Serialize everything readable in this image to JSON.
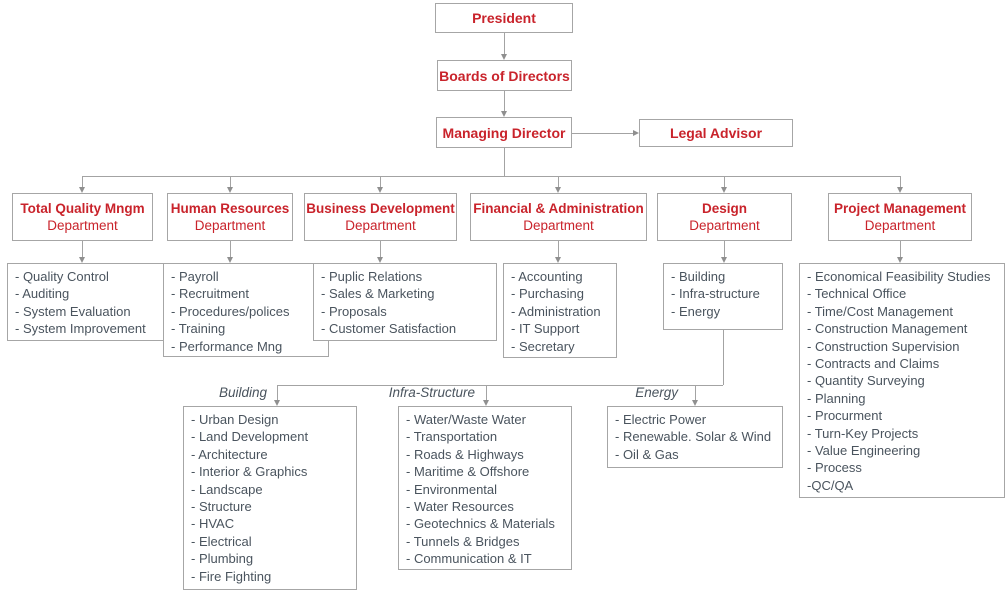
{
  "palette": {
    "accent_red": "#c9232b",
    "box_border": "#a6a6a6",
    "connector_gray": "#a3a3a3",
    "list_text_gray": "#4a545e"
  },
  "top_nodes": {
    "president": "President",
    "boards": "Boards of Directors",
    "managing_director": "Managing Director",
    "legal_advisor": "Legal Advisor"
  },
  "departments": [
    {
      "title": "Total Quality Mngm",
      "subtitle": "Department",
      "items": [
        "- Quality Control",
        "- Auditing",
        "- System Evaluation",
        "- System Improvement"
      ]
    },
    {
      "title": "Human Resources",
      "subtitle": "Department",
      "items": [
        "- Payroll",
        "- Recruitment",
        "- Procedures/polices",
        "- Training",
        "- Performance Mng"
      ]
    },
    {
      "title": "Business Development",
      "subtitle": "Department",
      "items": [
        "- Puplic Relations",
        "- Sales & Marketing",
        "- Proposals",
        "- Customer Satisfaction"
      ]
    },
    {
      "title": "Financial & Administration",
      "subtitle": "Department",
      "items": [
        "- Accounting",
        "- Purchasing",
        "- Administration",
        "- IT Support",
        "- Secretary"
      ]
    },
    {
      "title": "Design",
      "subtitle": "Department",
      "items": [
        "- Building",
        "- Infra-structure",
        "- Energy"
      ]
    },
    {
      "title": "Project Management",
      "subtitle": "Department",
      "items": [
        "- Economical Feasibility Studies",
        "- Technical Office",
        "- Time/Cost Management",
        "- Construction Management",
        "- Construction Supervision",
        "- Contracts and Claims",
        "- Quantity Surveying",
        "- Planning",
        "- Procurment",
        "- Turn-Key Projects",
        "- Value Engineering",
        "- Process",
        "-QC/QA"
      ]
    }
  ],
  "design_branches": [
    {
      "label": "Building",
      "items": [
        "- Urban Design",
        "- Land Development",
        "- Architecture",
        "- Interior & Graphics",
        "- Landscape",
        "- Structure",
        "- HVAC",
        "- Electrical",
        "- Plumbing",
        "- Fire Fighting"
      ]
    },
    {
      "label": "Infra-Structure",
      "items": [
        "- Water/Waste Water",
        "- Transportation",
        "- Roads & Highways",
        "- Maritime & Offshore",
        "- Environmental",
        "- Water Resources",
        "- Geotechnics & Materials",
        "- Tunnels & Bridges",
        "- Communication & IT"
      ]
    },
    {
      "label": "Energy",
      "items": [
        "- Electric Power",
        "- Renewable. Solar & Wind",
        "- Oil & Gas"
      ]
    }
  ]
}
